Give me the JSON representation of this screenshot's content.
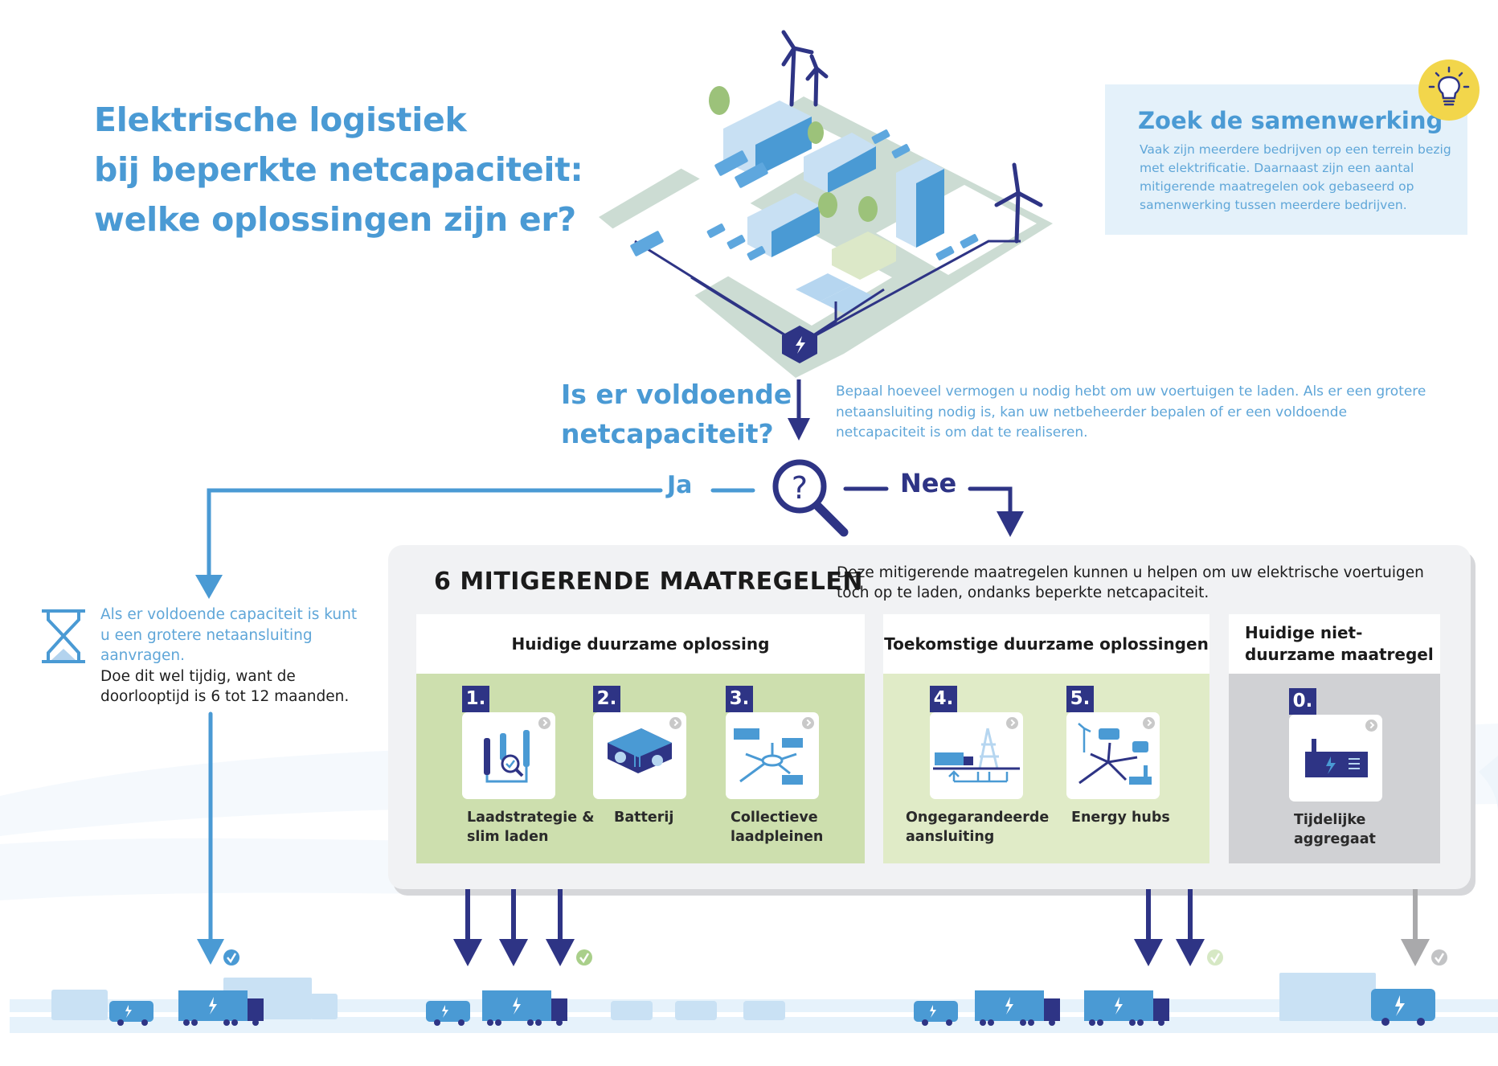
{
  "title": {
    "lines": [
      "Elektrische logistiek",
      "bij beperkte netcapaciteit:",
      "welke oplossingen zijn er?"
    ]
  },
  "tip": {
    "icon": "lightbulb-icon",
    "title": "Zoek de samenwerking",
    "body": "Vaak zijn meerdere bedrijven op een terrein bezig met elektrificatie. Daarnaast zijn een aantal mitigerende maatregelen ook gebaseerd op samenwerking tussen meerdere bedrijven."
  },
  "question": {
    "title_lines": [
      "Is er voldoende",
      "netcapaciteit?"
    ],
    "body": "Bepaal hoeveel vermogen u nodig hebt om uw voertuigen te laden. Als er een grotere netaansluiting nodig is, kan uw netbeheerder bepalen of er een voldoende netcapaciteit is om dat te realiseren.",
    "icon": "magnifier-question-icon",
    "yes_label": "Ja",
    "no_label": "Nee"
  },
  "yes_branch": {
    "icon": "hourglass-icon",
    "text_blue": "Als er voldoende capaciteit is kunt u een grotere netaansluiting aanvragen.",
    "text_dark": "Doe dit wel tijdig, want de doorlooptijd is 6 tot 12 maanden."
  },
  "measures": {
    "title": "6 MITIGERENDE MAATREGELEN",
    "description": "Deze mitigerende maatregelen kunnen u helpen om uw elektrische voertuigen toch op te laden, ondanks beperkte netcapaciteit.",
    "columns": [
      {
        "heading": "Huidige duurzame oplossing",
        "color": "#cddfae",
        "items": [
          {
            "number": "1.",
            "label": "Laadstrategie & slim laden",
            "icon": "smart-charging-icon"
          },
          {
            "number": "2.",
            "label": "Batterij",
            "icon": "battery-icon"
          },
          {
            "number": "3.",
            "label": "Collectieve laadpleinen",
            "icon": "charging-hub-icon"
          }
        ]
      },
      {
        "heading": "Toekomstige duurzame oplossingen",
        "color": "#e0ebc7",
        "items": [
          {
            "number": "4.",
            "label": "Ongegarandeerde aansluiting",
            "icon": "power-pylon-truck-icon"
          },
          {
            "number": "5.",
            "label": "Energy hubs",
            "icon": "energy-hub-icon"
          }
        ]
      },
      {
        "heading": "Huidige niet-duurzame maatregel",
        "color": "#d0d1d4",
        "items": [
          {
            "number": "0.",
            "label": "Tijdelijke aggregaat",
            "icon": "generator-icon"
          }
        ]
      }
    ]
  },
  "colors": {
    "light_blue": "#4a9ad4",
    "navy": "#2e3485",
    "gray_arrow": "#a9a9ab",
    "check_blue": "#4a9ad4",
    "check_green": "#a9cf8a",
    "check_gray": "#c2c3c5",
    "bulb_yellow": "#f2d64b"
  }
}
